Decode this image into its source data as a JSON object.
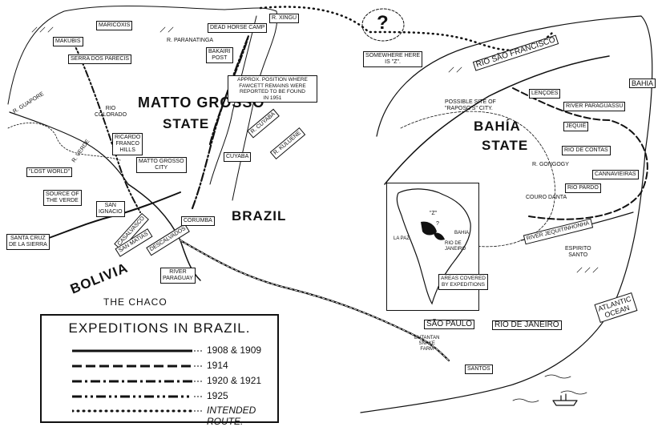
{
  "title": "Expeditions in Brazil",
  "legend": {
    "title": "EXPEDITIONS IN BRAZIL.",
    "items": [
      {
        "label": "1908 & 1909",
        "style": "solid"
      },
      {
        "label": "1914",
        "style": "dashed"
      },
      {
        "label": "1920 & 1921",
        "style": "dash-dot"
      },
      {
        "label": "1925",
        "style": "dash-dot-dot"
      },
      {
        "label": "INTENDED ROUTE.",
        "style": "dotted"
      }
    ]
  },
  "regions": {
    "matto_grosso": "MATTO GROSSO",
    "state1": "STATE",
    "bahia": "BAHÍA",
    "state2": "STATE",
    "brazil": "BRAZIL",
    "bolivia": "BOLIVIA",
    "chaco": "THE CHACO"
  },
  "places": {
    "maricoxis": "MARICOXIS",
    "makubis": "MAKUBIS",
    "serra": "SERRA DOS PARECIS",
    "paranatinga": "R. PARANATINGA",
    "dead_horse": "DEAD HORSE CAMP",
    "xingu": "R. XINGU",
    "bakairi1": "BAKAIRI",
    "bakairi2": "POST",
    "guapore": "R. GUAPORE",
    "rio_colorado1": "RIO",
    "rio_colorado2": "COLORADO",
    "verde": "R. VERDE",
    "ricardo1": "RICARDO",
    "ricardo2": "FRANCO",
    "ricardo3": "HILLS",
    "mg_city1": "MATTO GROSSO",
    "mg_city2": "CITY",
    "lost_world": "\"LOST WORLD\"",
    "source1": "SOURCE OF",
    "source2": "THE VERDE",
    "san_ignacio1": "SAN",
    "san_ignacio2": "IGNACIO",
    "santa_cruz1": "SANTA CRUZ",
    "santa_cruz2": "DE LA SIERRA",
    "casalvasco": "CASALVASCO",
    "san_matias": "SAN MATIAS",
    "descalvados": "DESCALVADOS",
    "corumba": "CORUMBA",
    "cuyaba": "CUYABA",
    "cuyaba_r": "R. CUYABA",
    "kuluene": "R. KULUENE",
    "r_paraguay1": "RIVER",
    "r_paraguay2": "PARAGUAY",
    "fawcett1": "APPROX. POSITION WHERE",
    "fawcett2": "FAWCETT REMAINS WERE",
    "fawcett3": "REPORTED TO BE FOUND",
    "fawcett4": "IN 1951",
    "z_mark": "?",
    "z1": "SOMEWHERE HERE",
    "z2": "IS \"Z\".",
    "rio_sf": "RIO SÃO FRANCISCO",
    "bahia_city": "BAHIA",
    "raposo1": "POSSIBLE SITE OF",
    "raposo2": "\"RAPOSO'S\" CITY.",
    "lencoes": "LENÇOES",
    "paraguassu": "RIVER PARAGUASSU",
    "jequie": "JEQUIÉ",
    "rio_contas": "RIO DE CONTAS",
    "gongogy": "R. GONGOGY",
    "cannavieiras": "CANNAVIEIRAS",
    "rio_pardo": "RIO PARDO",
    "couro": "COURO DANTA",
    "jequit": "RIVER JEQUITINHONHA",
    "espirito1": "ESPIRITO",
    "espirito2": "SANTO",
    "atlantic1": "ATLANTIC",
    "atlantic2": "OCEAN",
    "rio_janeiro": "RIO DE JANEIRO",
    "sao_paulo": "SÃO PAULO",
    "butantan1": "BUTANTAN",
    "butantan2": "SNAKE",
    "butantan3": "FARM",
    "santos": "SANTOS"
  },
  "inset": {
    "z": "\"Z\"",
    "q": "?",
    "bahia": "BAHIA",
    "rio1": "RIO DE",
    "rio2": "JANEIRO",
    "lapaz": "LA PAZ",
    "areas1": "AREAS COVERED",
    "areas2": "BY EXPEDITIONS"
  }
}
